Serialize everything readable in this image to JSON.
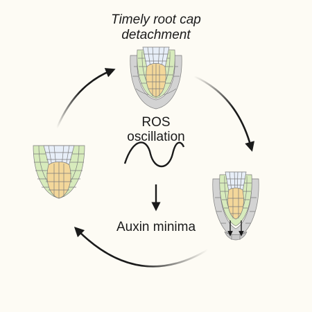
{
  "title": {
    "line1": "Timely root cap",
    "line2": "detachment"
  },
  "center": {
    "ros_line1": "ROS",
    "ros_line2": "oscillation",
    "auxin": "Auxin minima"
  },
  "colors": {
    "background": "#fdfbf4",
    "stem_cells": "#e7eef8",
    "lateral_root_cap": "#d7ebbc",
    "columella": "#f3d79a",
    "root_cap_outer": "#d3d3d3",
    "cell_lines": "#7b7b7b",
    "arrow": "#1a1a1a"
  },
  "icons": [
    "clockwise-cycle-arrow",
    "sine-wave-icon",
    "down-arrow-icon",
    "root-tip-illustration"
  ]
}
